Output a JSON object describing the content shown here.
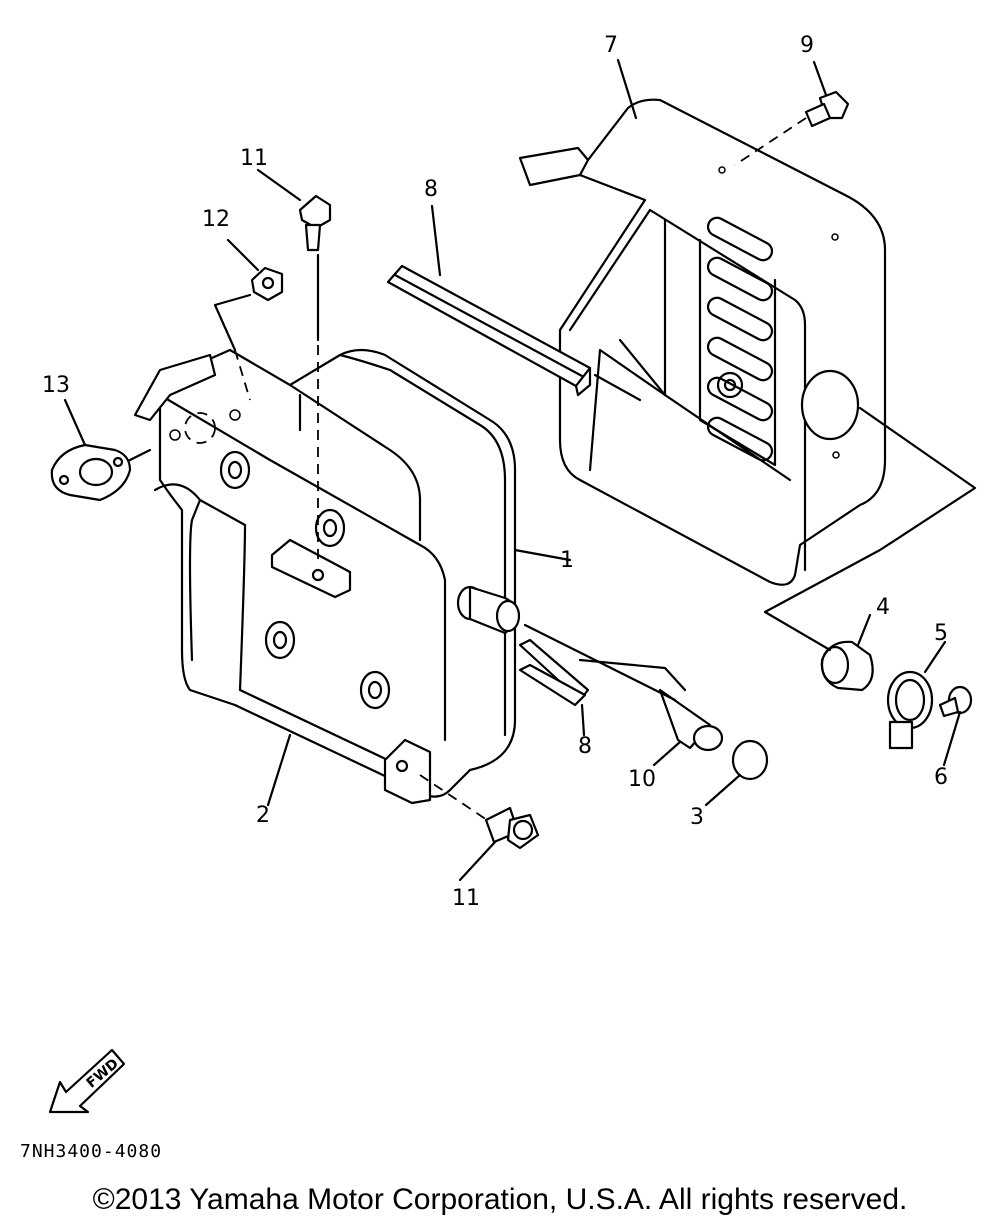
{
  "diagram": {
    "part_numbers": [
      "1",
      "2",
      "3",
      "4",
      "5",
      "6",
      "7",
      "8",
      "8",
      "9",
      "10",
      "11",
      "11",
      "12",
      "13"
    ],
    "fwd_label": "FWD",
    "diagram_code": "7NH3400-4080"
  },
  "footer": {
    "copyright": "©2013 Yamaha Motor Corporation, U.S.A. All rights reserved."
  }
}
